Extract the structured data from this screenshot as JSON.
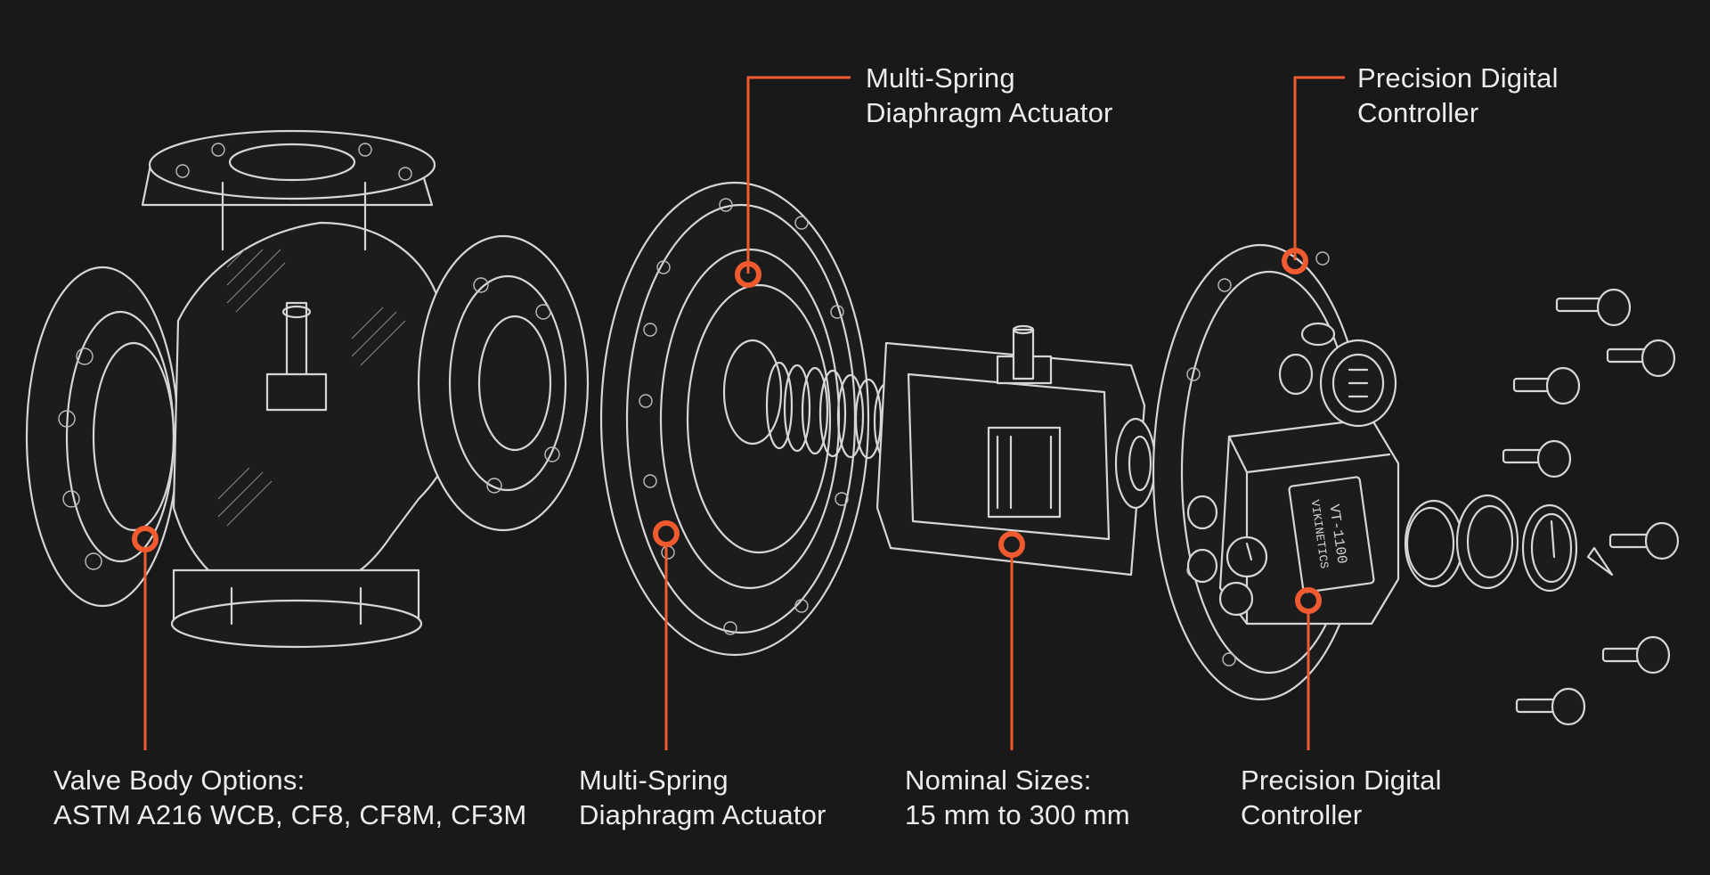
{
  "accent_color": "#ef5a2e",
  "background_color": "#191919",
  "callouts": {
    "top_actuator": {
      "line1": "Multi-Spring",
      "line2": "Diaphragm Actuator"
    },
    "top_controller": {
      "line1": "Precision Digital",
      "line2": "Controller"
    },
    "valve_body": {
      "line1": "Valve Body Options:",
      "line2": "ASTM A216 WCB, CF8, CF8M, CF3M"
    },
    "bottom_actuator": {
      "line1": "Multi-Spring",
      "line2": "Diaphragm Actuator"
    },
    "nominal_sizes": {
      "line1": "Nominal Sizes:",
      "line2": "15 mm to 300 mm"
    },
    "bottom_controller": {
      "line1": "Precision Digital",
      "line2": "Controller"
    }
  },
  "controller_plate": {
    "model": "VT-1100",
    "brand": "VIKINETICS"
  }
}
